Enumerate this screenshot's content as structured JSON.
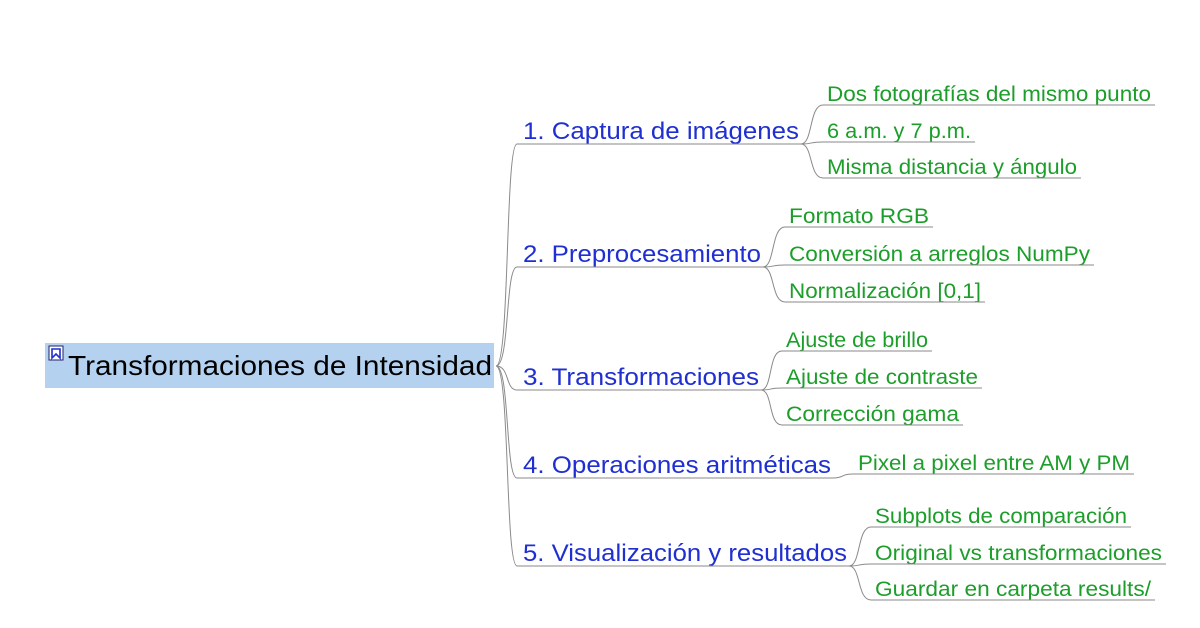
{
  "root": {
    "label": "Transformaciones de Intensidad",
    "icon": "bookmark-icon"
  },
  "branches": [
    {
      "label": "1. Captura de imágenes",
      "children": [
        "Dos fotografías del mismo punto",
        "6 a.m. y 7 p.m.",
        "Misma distancia y ángulo"
      ]
    },
    {
      "label": "2. Preprocesamiento",
      "children": [
        "Formato RGB",
        "Conversión a arreglos NumPy",
        "Normalización [0,1]"
      ]
    },
    {
      "label": "3. Transformaciones",
      "children": [
        "Ajuste de brillo",
        "Ajuste de contraste",
        "Corrección gama"
      ]
    },
    {
      "label": "4. Operaciones aritméticas",
      "children": [
        "Pixel a pixel entre AM y PM"
      ]
    },
    {
      "label": "5. Visualización y resultados",
      "children": [
        "Subplots de comparación",
        "Original vs transformaciones",
        "Guardar en carpeta results/"
      ]
    }
  ],
  "colors": {
    "root_highlight": "#b4d2f0",
    "branch_text": "#1f2fd1",
    "leaf_text": "#1c9e2a",
    "connector": "#8a8a8a"
  }
}
